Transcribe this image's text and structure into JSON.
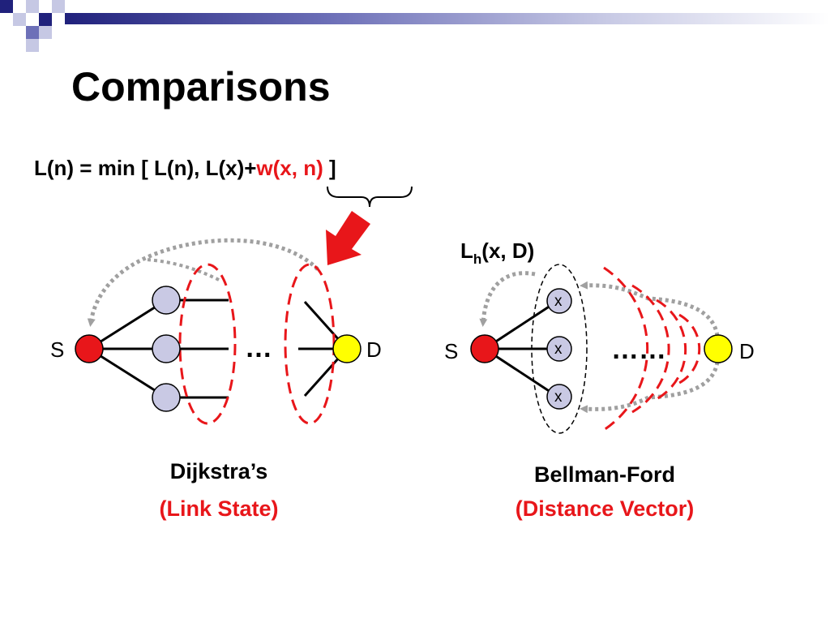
{
  "slide": {
    "title": "Comparisons"
  },
  "equation": {
    "prefix": "L(n) = min [ L(n), L(x)+",
    "highlight": "w(x, n)",
    "suffix": " ]"
  },
  "dijkstra": {
    "source_label": "S",
    "dest_label": "D",
    "ellipsis": "…",
    "caption_main": "Dijkstra’s",
    "caption_sub": "(Link State)"
  },
  "bellman": {
    "source_label": "S",
    "dest_label": "D",
    "ellipsis": "……",
    "lh_main": "L",
    "lh_sub": "h",
    "lh_rest": "(x, D)",
    "x_labels": [
      "x",
      "x",
      "x"
    ],
    "caption_main": "Bellman-Ford",
    "caption_sub": "(Distance Vector)"
  },
  "colors": {
    "red": "#e8161a",
    "source_node": "#e8161a",
    "dest_node": "#ffff00",
    "mid_node": "#c9c9e4",
    "dotted_arrow": "#a0a0a0",
    "title_bar": "#20217c"
  }
}
